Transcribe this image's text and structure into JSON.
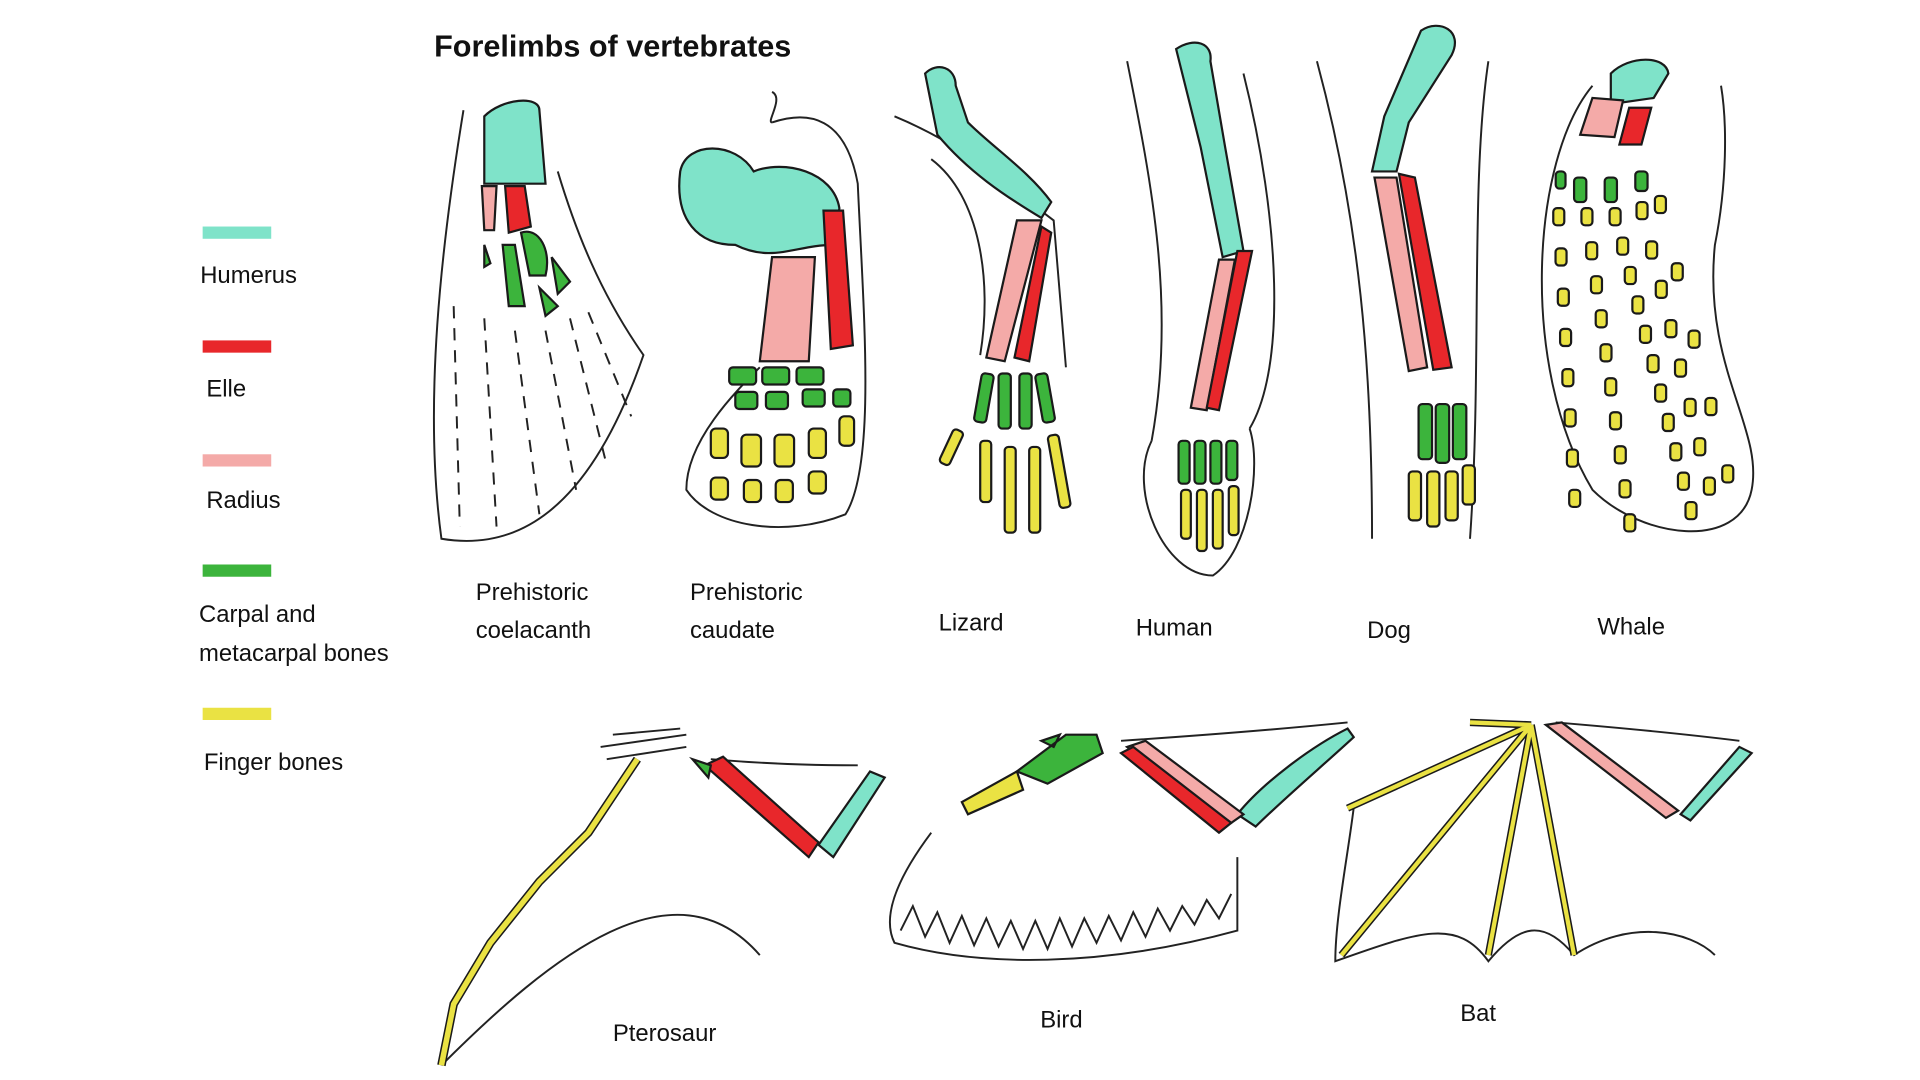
{
  "title": "Forelimbs of vertebrates",
  "legend": [
    {
      "label": "Humerus",
      "color": "#7fe3c9"
    },
    {
      "label": "Elle",
      "color": "#e8272b"
    },
    {
      "label": "Radius",
      "color": "#f4aaa8"
    },
    {
      "label_lines": [
        "Carpal and",
        "metacarpal bones"
      ],
      "color": "#3cb43c"
    },
    {
      "label": "Finger bones",
      "color": "#eae243"
    }
  ],
  "animals": {
    "coelacanth": [
      "Prehistoric",
      "coelacanth"
    ],
    "caudate": [
      "Prehistoric",
      "caudate"
    ],
    "lizard": "Lizard",
    "human": "Human",
    "dog": "Dog",
    "whale": "Whale",
    "pterosaur": "Pterosaur",
    "bird": "Bird",
    "bat": "Bat"
  }
}
